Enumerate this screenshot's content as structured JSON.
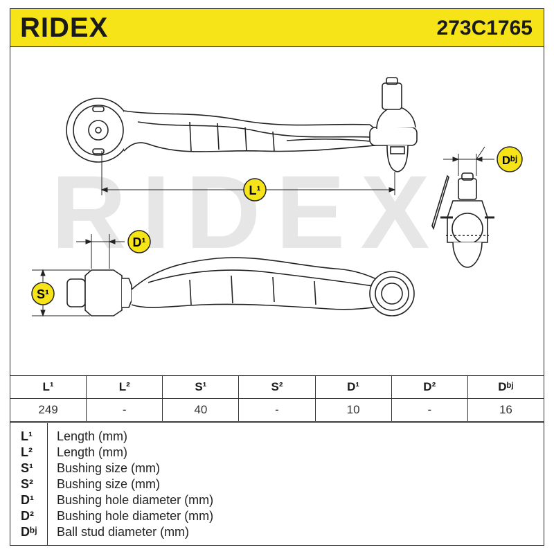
{
  "header": {
    "brand": "RIDEX",
    "part_number": "273C1765"
  },
  "watermark": "RIDEX",
  "callouts": {
    "l1": "L¹",
    "d1": "D¹",
    "s1": "S¹",
    "dbj": "Dᵇʲ"
  },
  "table": {
    "headers": [
      "L¹",
      "L²",
      "S¹",
      "S²",
      "D¹",
      "D²",
      "Dᵇʲ"
    ],
    "values": [
      "249",
      "-",
      "40",
      "-",
      "10",
      "-",
      "16"
    ]
  },
  "legend": [
    {
      "key": "L¹",
      "text": "Length (mm)"
    },
    {
      "key": "L²",
      "text": "Length (mm)"
    },
    {
      "key": "S¹",
      "text": "Bushing size (mm)"
    },
    {
      "key": "S²",
      "text": "Bushing size (mm)"
    },
    {
      "key": "D¹",
      "text": "Bushing hole diameter (mm)"
    },
    {
      "key": "D²",
      "text": "Bushing hole diameter (mm)"
    },
    {
      "key": "Dᵇʲ",
      "text": "Ball stud diameter (mm)"
    }
  ],
  "colors": {
    "header_bg": "#f7e418",
    "callout_bg": "#f7e418",
    "watermark": "#e6e6e6"
  }
}
